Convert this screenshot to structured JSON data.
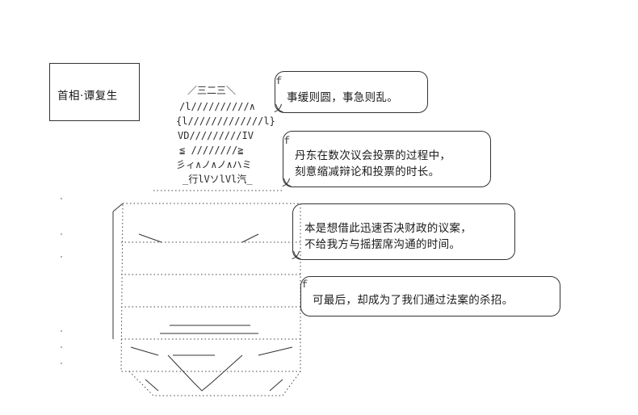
{
  "caption": {
    "name": "首相·谭复生"
  },
  "dialogue": [
    {
      "lines": [
        "事缓则圆，事急则乱。"
      ]
    },
    {
      "lines": [
        "丹东在数次议会投票的过程中，",
        "刻意缩减辩论和投票的时长。"
      ]
    },
    {
      "lines": [
        "本是想借此迅速否决财政的议案，",
        "不给我方与摇摆席沟通的时间。"
      ]
    },
    {
      "lines": [
        "可最后，却成为了我们通过法案的杀招。"
      ]
    }
  ],
  "ascii_art": {
    "hair_top": "／三二三＼",
    "hair_row1": "/l//////////∧",
    "hair_row2": "{l/////////////l}",
    "hair_row3": "VD/////////IV",
    "hair_row4": "≦ ////////≧",
    "hair_row5": "彡ィ∧ノ∧ノ∧ハミ",
    "hair_row6": "_行lVソlVl汽_"
  },
  "bubble_marks": {
    "open": "ｆ",
    "close": "乂"
  }
}
